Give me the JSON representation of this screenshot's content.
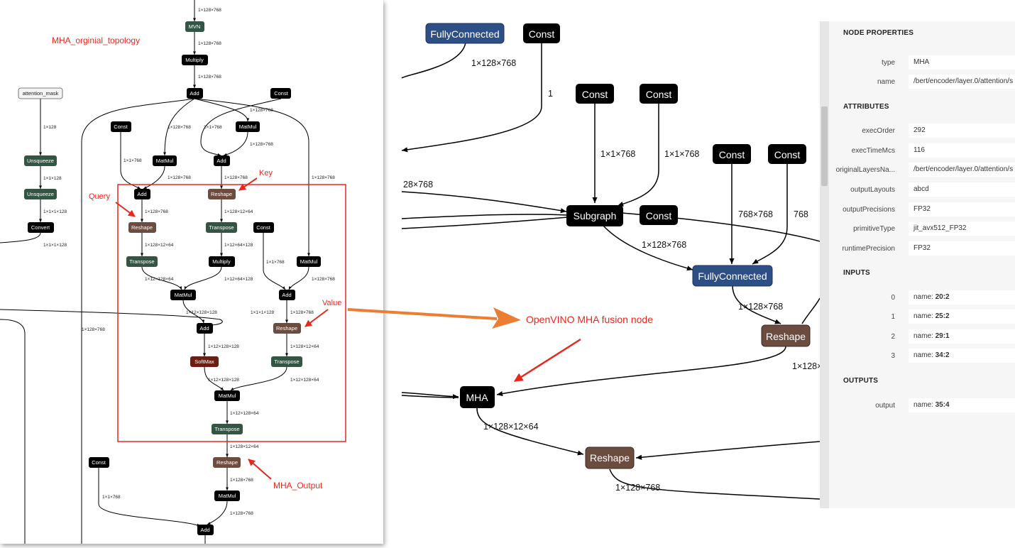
{
  "left": {
    "title": "MHA_orginial_topology",
    "annotations": {
      "query": "Query",
      "key": "Key",
      "value": "Value",
      "mha_output": "MHA_Output"
    },
    "nodes": {
      "mvn": "MVN",
      "multiply": "Multiply",
      "add": "Add",
      "const": "Const",
      "attention_mask": "attention_mask",
      "unsqueeze": "Unsqueeze",
      "convert": "Convert",
      "matmul": "MatMul",
      "reshape": "Reshape",
      "transpose": "Transpose",
      "softmax": "SoftMax"
    },
    "edge_labels": {
      "e1x128x768": "1×128×768",
      "e1x128": "1×128",
      "e1x1x128": "1×1×128",
      "e1x1x1x128": "1×1×1×128",
      "e1x1x768": "1×1×768",
      "e1x128x12x64": "1×128×12×64",
      "e1x12x128x64": "1×12×128×64",
      "e1x12x64x128": "1×12×64×128",
      "e1x12x128x128": "1×12×128×128",
      "e1x12x128x64b": "1×12×128×64",
      "e1x1x1x128b": "1×1×1×128"
    }
  },
  "right": {
    "callout": "OpenVINO MHA fusion node",
    "nodes": {
      "fully_connected": "FullyConnected",
      "const": "Const",
      "subgraph": "Subgraph",
      "reshape": "Reshape",
      "mha": "MHA"
    },
    "edge_labels": {
      "e1x128x768": "1×128×768",
      "e1": "1",
      "e1x1x768": "1×1×768",
      "e28x768": "28×768",
      "e768x768": "768×768",
      "e768": "768",
      "e1x128x12x64": "1×128×12×64",
      "e1x128cut": "1×128×"
    }
  },
  "properties": {
    "node_header": "NODE PROPERTIES",
    "type_label": "type",
    "type_value": "MHA",
    "name_label": "name",
    "name_value": "/bert/encoder/layer.0/attention/s",
    "attributes_header": "ATTRIBUTES",
    "attributes": [
      {
        "label": "execOrder",
        "value": "292"
      },
      {
        "label": "execTimeMcs",
        "value": "116"
      },
      {
        "label": "originalLayersNa...",
        "value": "/bert/encoder/layer.0/attention/s"
      },
      {
        "label": "outputLayouts",
        "value": "abcd"
      },
      {
        "label": "outputPrecisions",
        "value": "FP32"
      },
      {
        "label": "primitiveType",
        "value": "jit_avx512_FP32"
      },
      {
        "label": "runtimePrecision",
        "value": "FP32"
      }
    ],
    "inputs_header": "INPUTS",
    "inputs": [
      {
        "index": "0",
        "prefix": "name: ",
        "value": "20:2"
      },
      {
        "index": "1",
        "prefix": "name: ",
        "value": "25:2"
      },
      {
        "index": "2",
        "prefix": "name: ",
        "value": "29:1"
      },
      {
        "index": "3",
        "prefix": "name: ",
        "value": "34:2"
      }
    ],
    "outputs_header": "OUTPUTS",
    "outputs": [
      {
        "label": "output",
        "prefix": "name: ",
        "value": "35:4"
      }
    ]
  },
  "colors": {
    "black_node": "#000000",
    "green_node": "#335544",
    "brown_node": "#6b4c3f",
    "softmax_node": "#6b1f14",
    "blue_node": "#2e4f86",
    "annotation_red": "#e8281c",
    "arrow_orange": "#ed7d31"
  }
}
